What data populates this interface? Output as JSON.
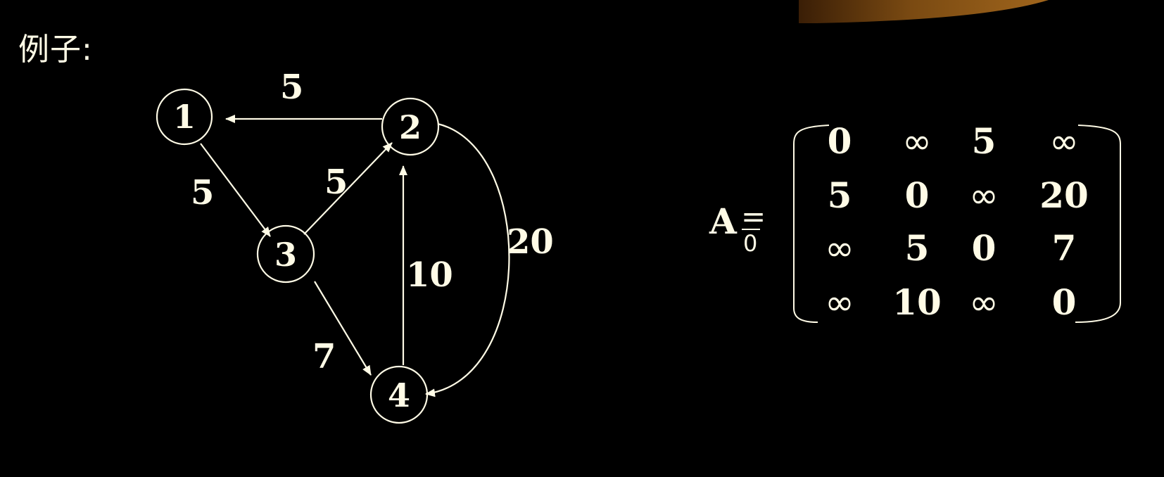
{
  "heading": "例子:",
  "colors": {
    "background": "#000000",
    "foreground": "#fffbe6",
    "corner_accent": "#7a4a12"
  },
  "graph": {
    "nodes": [
      {
        "id": "1",
        "label": "1"
      },
      {
        "id": "2",
        "label": "2"
      },
      {
        "id": "3",
        "label": "3"
      },
      {
        "id": "4",
        "label": "4"
      }
    ],
    "edges": [
      {
        "from": "2",
        "to": "1",
        "weight": "5"
      },
      {
        "from": "1",
        "to": "3",
        "weight": "5"
      },
      {
        "from": "3",
        "to": "2",
        "weight": "5"
      },
      {
        "from": "3",
        "to": "4",
        "weight": "7"
      },
      {
        "from": "4",
        "to": "2",
        "weight": "10"
      },
      {
        "from": "2",
        "to": "4",
        "weight": "20"
      }
    ]
  },
  "matrix": {
    "name": "A",
    "subscript": "0",
    "equals": "=",
    "rows": [
      [
        "0",
        "∞",
        "5",
        "∞"
      ],
      [
        "5",
        "0",
        "∞",
        "20"
      ],
      [
        "∞",
        "5",
        "0",
        "7"
      ],
      [
        "∞",
        "10",
        "∞",
        "0"
      ]
    ]
  }
}
